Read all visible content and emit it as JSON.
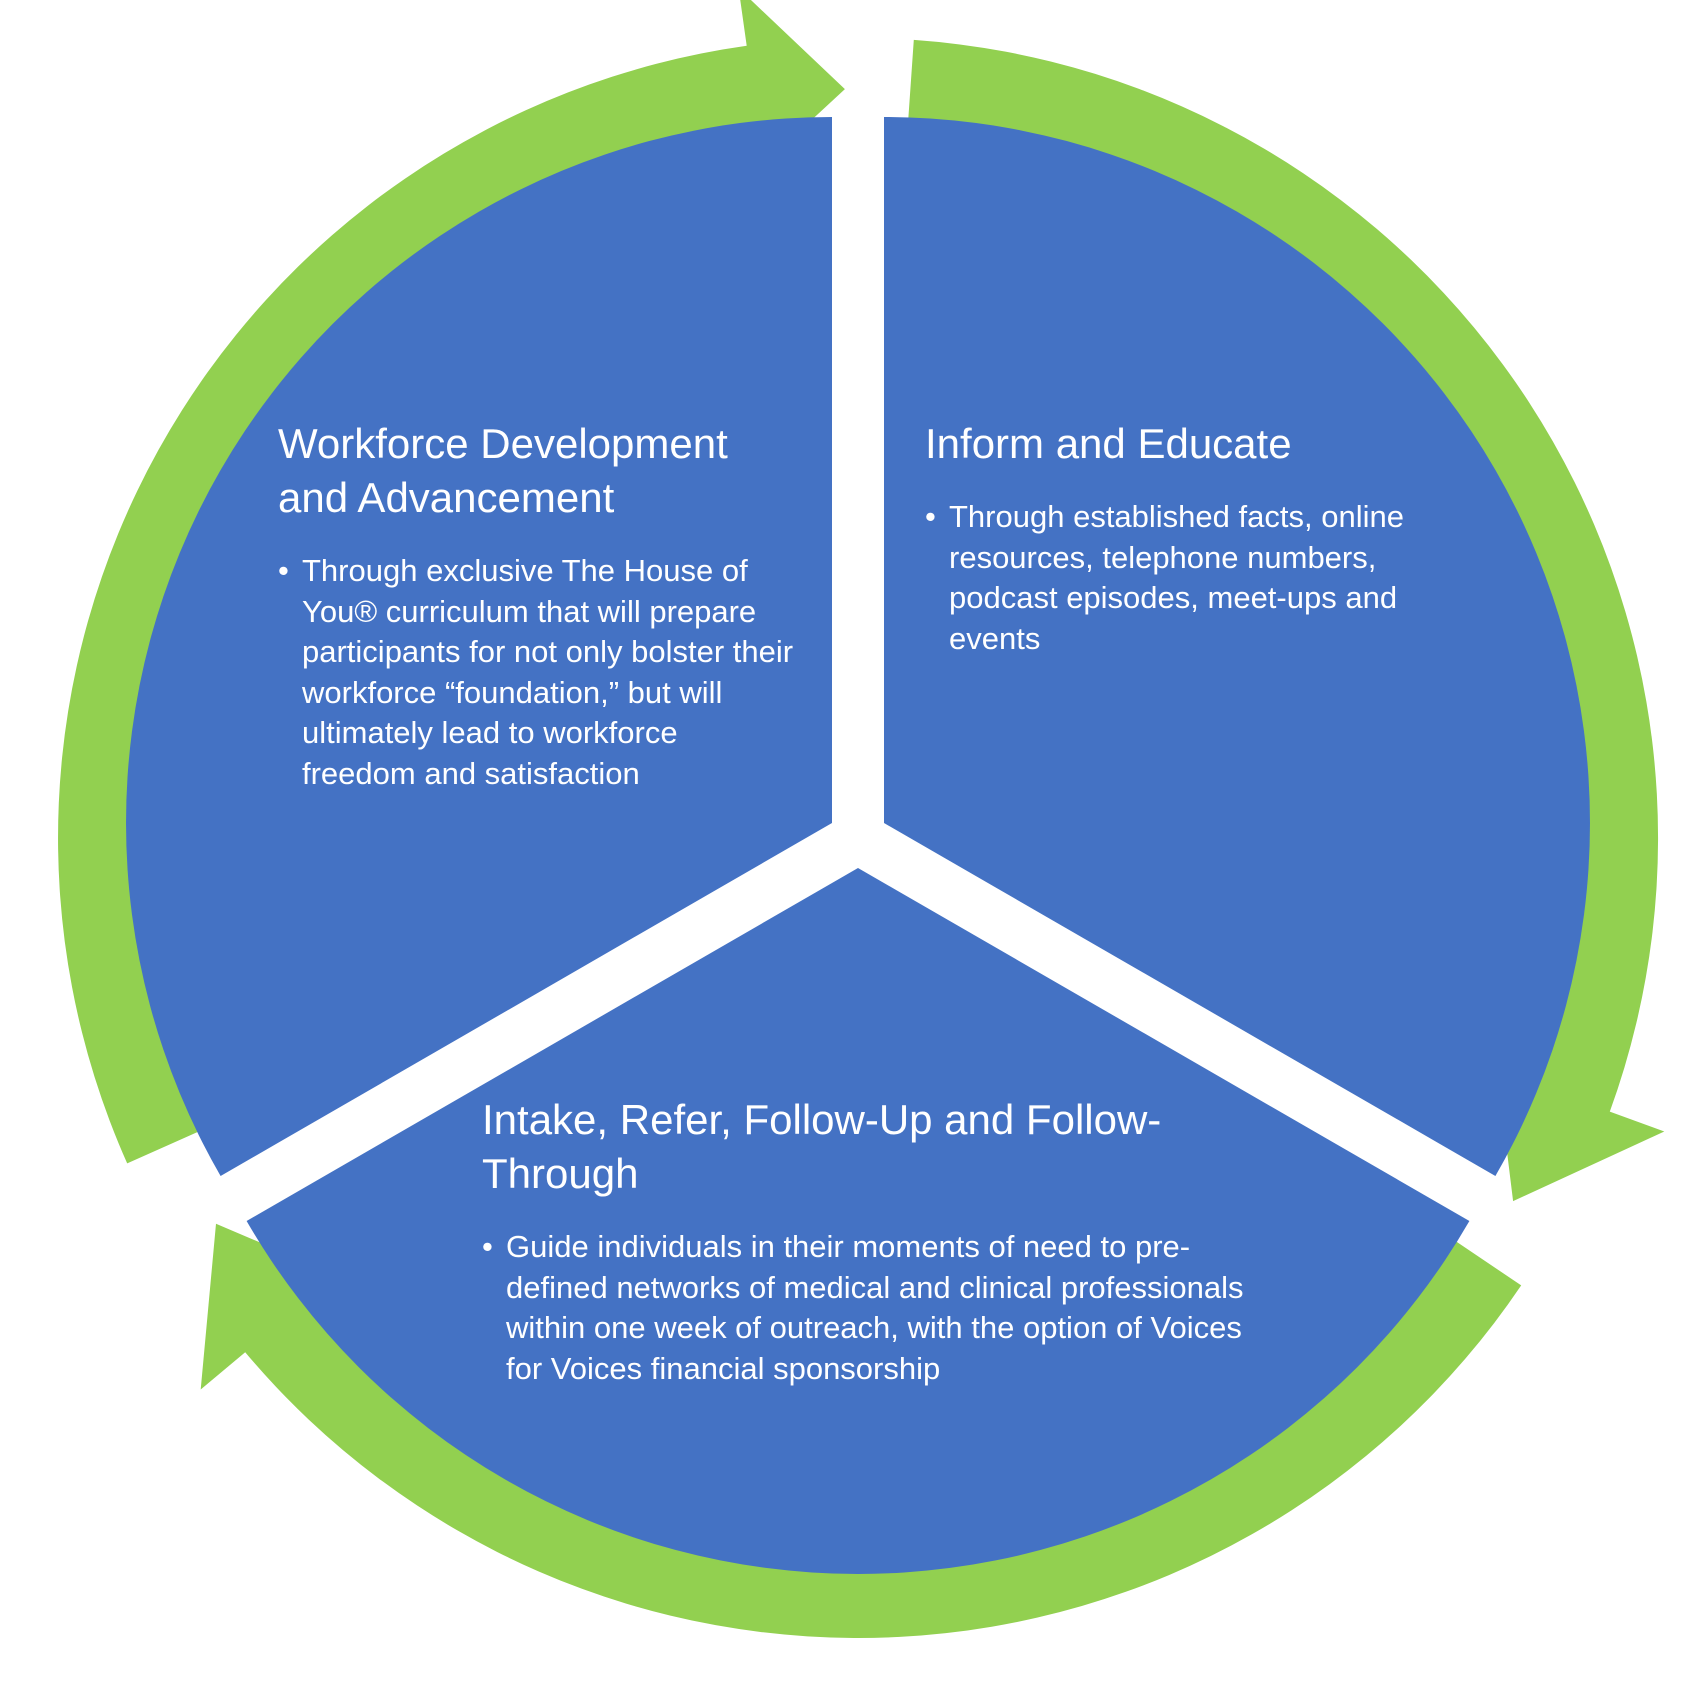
{
  "colors": {
    "segment_fill": "#4472C4",
    "arrow_fill": "#92D050",
    "background": "#FFFFFF",
    "text": "#FFFFFF"
  },
  "segments": {
    "left": {
      "title": "Workforce Development and Advancement",
      "bullet": "Through exclusive The House of You® curriculum that will prepare participants for not only bolster their workforce “foundation,” but will ultimately lead to workforce freedom and satisfaction"
    },
    "right": {
      "title": "Inform and Educate",
      "bullet": "Through established facts, online resources, telephone numbers, podcast episodes, meet-ups and events"
    },
    "bottom": {
      "title": "Intake, Refer, Follow-Up and Follow-Through",
      "bullet": "Guide individuals in their moments of need to pre-defined networks of medical and clinical professionals within one week of outreach, with the option of Voices for Voices financial sponsorship"
    }
  },
  "cycle_order": [
    "left",
    "right",
    "bottom"
  ]
}
